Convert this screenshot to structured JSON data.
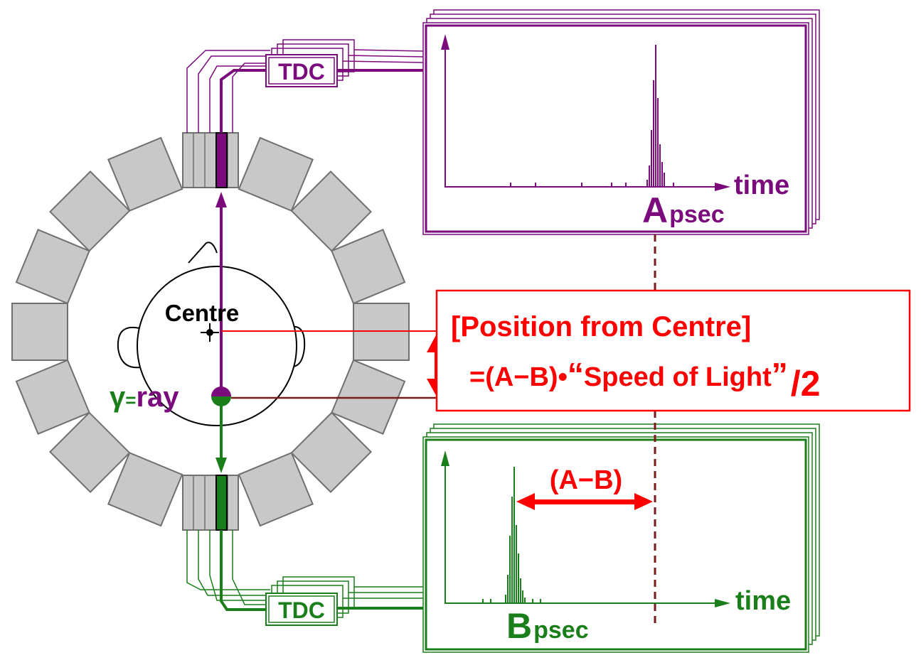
{
  "colors": {
    "purple": "#7b0a7d",
    "green": "#1a7f1a",
    "red": "#ff0000",
    "dark_red": "#7a1a1a",
    "detector_fill": "#c8c8c8",
    "detector_stroke": "#707070"
  },
  "top_channel": {
    "tdc_label": "TDC",
    "axis_label": "time",
    "marker_letter": "A",
    "marker_unit": "psec"
  },
  "bottom_channel": {
    "tdc_label": "TDC",
    "axis_label": "time",
    "marker_letter": "B",
    "marker_unit": "psec"
  },
  "head": {
    "centre_label": "Centre",
    "gamma_symbol": "γ",
    "gamma_dash": "=",
    "gamma_word": "ray"
  },
  "formula": {
    "line1": "[Position from Centre]",
    "line2_prefix": "=(A−B)•",
    "quote_open": "“",
    "line2_phrase": "Speed of Light",
    "quote_close": "”",
    "slash": "/",
    "divisor": "2"
  },
  "difference_label": "(A−B)",
  "icons": {
    "centre_marker": "crosshair-icon",
    "source_marker": "half-disc-icon",
    "double_arrow": "double-arrow-icon"
  }
}
